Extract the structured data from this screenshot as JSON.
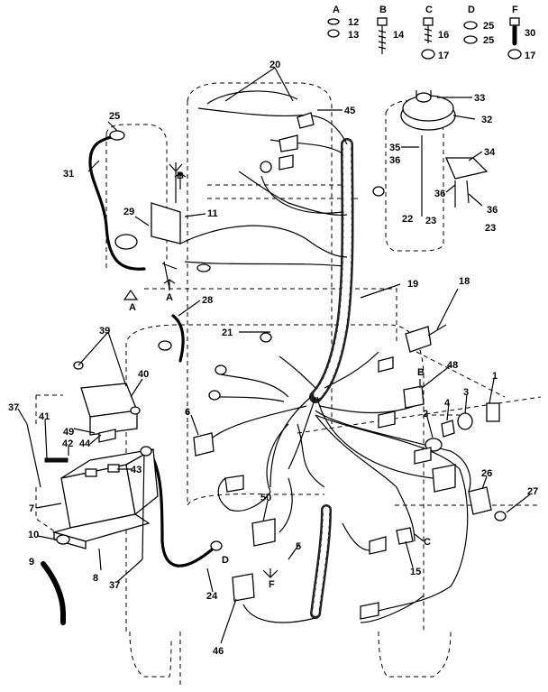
{
  "hardware_key": [
    {
      "letter": "A",
      "parts": [
        "12",
        "13"
      ]
    },
    {
      "letter": "B",
      "parts": [
        "14"
      ]
    },
    {
      "letter": "C",
      "parts": [
        "16",
        "17"
      ]
    },
    {
      "letter": "D",
      "parts": [
        "25",
        "25"
      ]
    },
    {
      "letter": "F",
      "parts": [
        "30",
        "17"
      ]
    }
  ],
  "callouts": {
    "c1": "1",
    "c2": "2",
    "c3": "3",
    "c4": "4",
    "c5": "5",
    "c6": "6",
    "c7": "7",
    "c8": "8",
    "c9": "9",
    "c10": "10",
    "c11": "11",
    "c15": "15",
    "c18": "18",
    "c19": "19",
    "c20": "20",
    "c21": "21",
    "c22": "22",
    "c23a": "23",
    "c23b": "23",
    "c24": "24",
    "c25": "25",
    "c26": "26",
    "c27": "27",
    "c28": "28",
    "c29": "29",
    "c31": "31",
    "c32": "32",
    "c33": "33",
    "c34": "34",
    "c35": "35",
    "c36a": "36",
    "c36b": "36",
    "c36c": "36",
    "c37a": "37",
    "c37b": "37",
    "c39": "39",
    "c40": "40",
    "c41": "41",
    "c42": "42",
    "c43": "43",
    "c44": "44",
    "c45": "45",
    "c46": "46",
    "c48": "48",
    "c49": "49",
    "c50": "50"
  },
  "letter_marks": {
    "m_a1": "A",
    "m_a2": "A",
    "m_b1": "B",
    "m_b2": "B",
    "m_c": "C",
    "m_d": "D",
    "m_f": "F"
  }
}
